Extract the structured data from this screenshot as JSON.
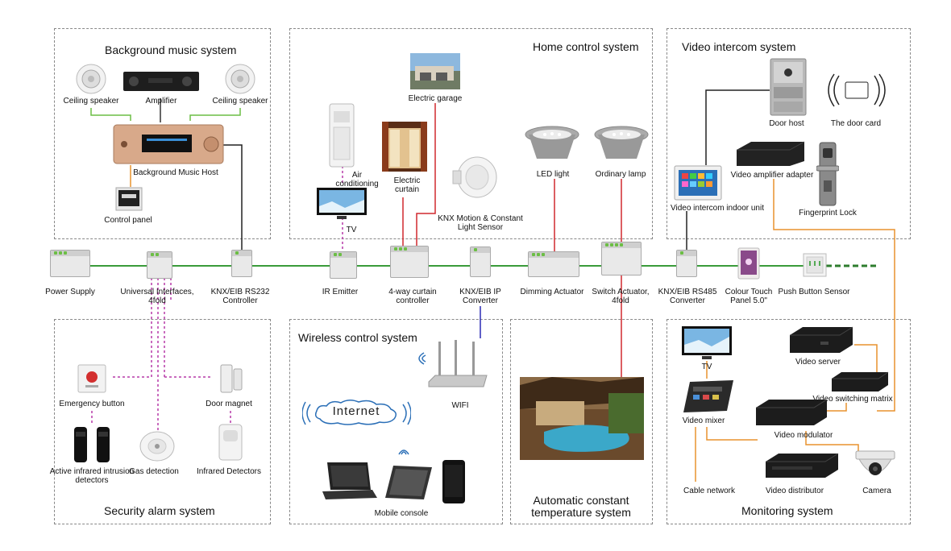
{
  "sections": {
    "bgm": "Background music system",
    "home": "Home control system",
    "video_intercom": "Video intercom system",
    "security": "Security alarm system",
    "wireless": "Wireless control system",
    "temperature": "Automatic constant temperature system",
    "monitoring": "Monitoring system"
  },
  "bgm": {
    "ceiling_speaker_left": "Ceiling speaker",
    "amplifier": "Amplifier",
    "ceiling_speaker_right": "Ceiling speaker",
    "host": "Background Music Host",
    "control_panel": "Control panel"
  },
  "home": {
    "electric_garage": "Electric garage",
    "air_conditioning": "Air conditioning",
    "electric_curtain": "Electric curtain",
    "tv": "TV",
    "motion_sensor": "KNX Motion & Constant Light Sensor",
    "led_light": "LED light",
    "ordinary_lamp": "Ordinary lamp"
  },
  "intercom": {
    "door_host": "Door host",
    "door_card": "The door card",
    "amplifier_adapter": "Video amplifier adapter",
    "indoor_unit": "Video intercom indoor unit",
    "fingerprint_lock": "Fingerprint Lock"
  },
  "bus": {
    "power_supply": "Power Supply",
    "universal_interfaces": "Universal Interfaces, 4fold",
    "rs232": "KNX/EIB RS232 Controller",
    "ir_emitter": "IR Emitter",
    "curtain_controller": "4-way curtain controller",
    "ip_converter": "KNX/EIB IP Converter",
    "dimming_actuator": "Dimming Actuator",
    "switch_actuator": "Switch Actuator, 4fold",
    "rs485": "KNX/EIB RS485 Converter",
    "touch_panel": "Colour Touch Panel 5.0\"",
    "push_button": "Push Button Sensor"
  },
  "security": {
    "emergency_button": "Emergency button",
    "door_magnet": "Door magnet",
    "infrared_intrusion": "Active infrared intrusion detectors",
    "gas_detection": "Gas detection",
    "infrared_detectors": "Infrared Detectors"
  },
  "wireless": {
    "wifi": "WIFI",
    "internet": "Internet",
    "mobile_console": "Mobile console"
  },
  "monitoring": {
    "tv": "TV",
    "video_server": "Video server",
    "video_switching_matrix": "Video switching matrix",
    "video_mixer": "Video mixer",
    "video_modulator": "Video modulator",
    "cable_network": "Cable network",
    "video_distributor": "Video distributor",
    "camera": "Camera"
  },
  "colors": {
    "bus_line": "#3a9b3a",
    "control_line": "#d1282e",
    "ir_line": "#b73aa8",
    "video_line": "#e8922e",
    "network_line": "#2b2bb5",
    "box_border": "#888888"
  }
}
